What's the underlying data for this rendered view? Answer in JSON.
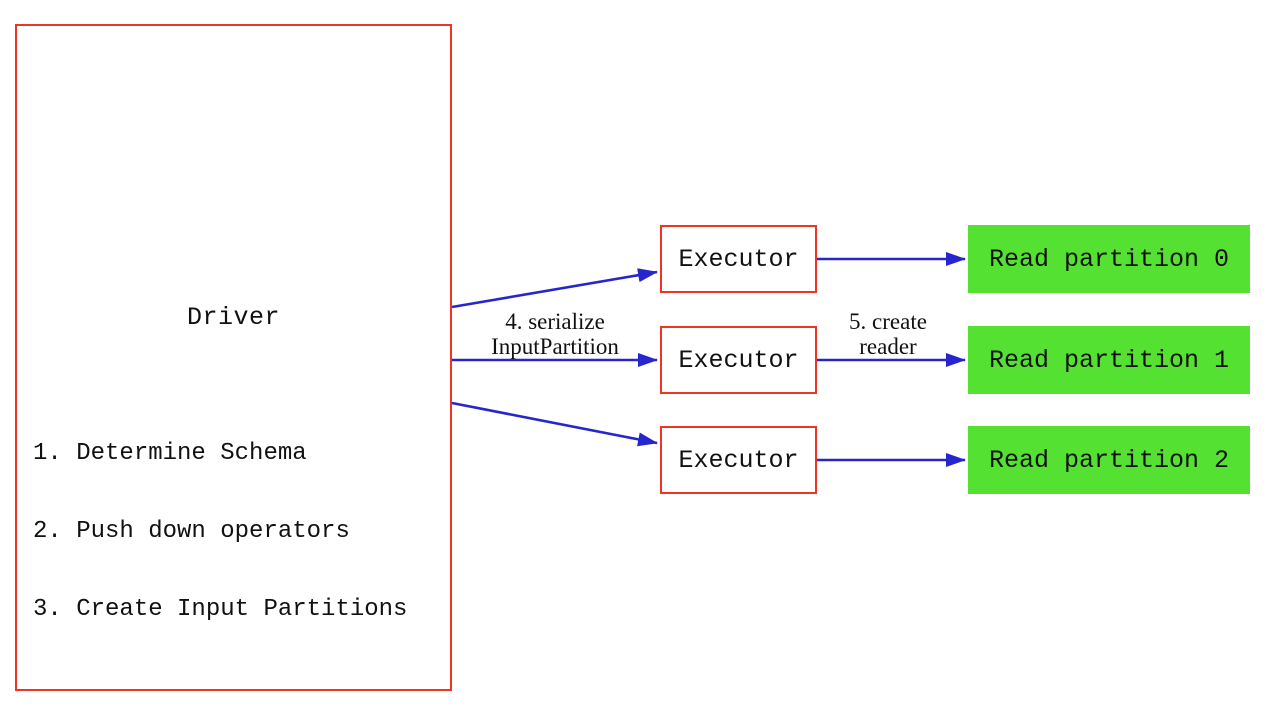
{
  "diagram": {
    "driver": {
      "title": "Driver",
      "steps": [
        "1. Determine Schema",
        "2. Push down operators",
        "3. Create Input Partitions"
      ]
    },
    "executors": [
      {
        "label": "Executor"
      },
      {
        "label": "Executor"
      },
      {
        "label": "Executor"
      }
    ],
    "partitions": [
      {
        "label": "Read partition 0"
      },
      {
        "label": "Read partition 1"
      },
      {
        "label": "Read partition 2"
      }
    ],
    "edges": {
      "serialize": {
        "line1": "4. serialize",
        "line2": "InputPartition"
      },
      "create_reader": {
        "line1": "5. create",
        "line2": "reader"
      }
    },
    "colors": {
      "box_border_red": "#ee3524",
      "arrow_blue": "#2626cc",
      "partition_green": "#55e132",
      "text_black": "#111111",
      "background": "#ffffff"
    }
  }
}
